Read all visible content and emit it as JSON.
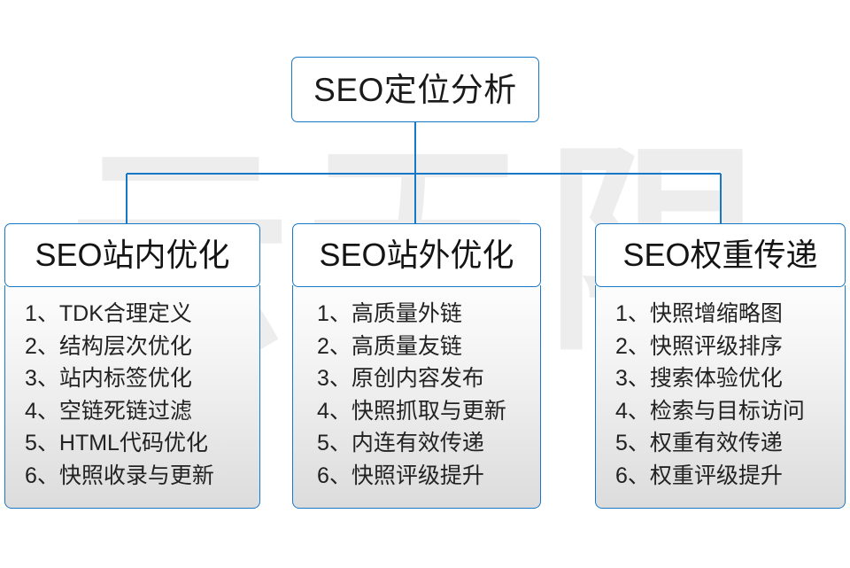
{
  "theme": {
    "accent": "#1878c8",
    "page_background": "#ffffff",
    "text_color": "#1a1a1a",
    "body_gradient_top": "#fdfdfd",
    "body_gradient_bottom": "#dcdcdc",
    "watermark_color": "#ededed"
  },
  "watermark": {
    "text": "云无限"
  },
  "root": {
    "label": "SEO定位分析"
  },
  "branches": [
    {
      "id": "seo-onsite",
      "title": "SEO站内优化",
      "items": [
        {
          "index": "1、",
          "text": "TDK合理定义"
        },
        {
          "index": "2、",
          "text": "结构层次优化"
        },
        {
          "index": "3、",
          "text": "站内标签优化"
        },
        {
          "index": "4、",
          "text": "空链死链过滤"
        },
        {
          "index": "5、",
          "text": "HTML代码优化"
        },
        {
          "index": "6、",
          "text": "快照收录与更新"
        }
      ]
    },
    {
      "id": "seo-offsite",
      "title": "SEO站外优化",
      "items": [
        {
          "index": "1、",
          "text": "高质量外链"
        },
        {
          "index": "2、",
          "text": "高质量友链"
        },
        {
          "index": "3、",
          "text": "原创内容发布"
        },
        {
          "index": "4、",
          "text": "快照抓取与更新"
        },
        {
          "index": "5、",
          "text": "内连有效传递"
        },
        {
          "index": "6、",
          "text": "快照评级提升"
        }
      ]
    },
    {
      "id": "seo-weight",
      "title": "SEO权重传递",
      "items": [
        {
          "index": "1、",
          "text": "快照增缩略图"
        },
        {
          "index": "2、",
          "text": "快照评级排序"
        },
        {
          "index": "3、",
          "text": "搜索体验优化"
        },
        {
          "index": "4、",
          "text": "检索与目标访问"
        },
        {
          "index": "5、",
          "text": "权重有效传递"
        },
        {
          "index": "6、",
          "text": "权重评级提升"
        }
      ]
    }
  ]
}
